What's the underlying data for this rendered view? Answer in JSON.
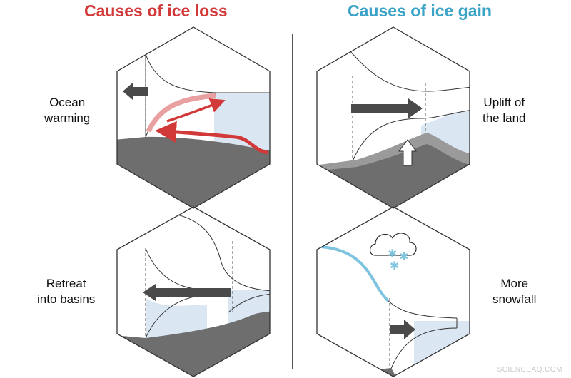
{
  "headings": {
    "loss": "Causes of ice loss",
    "gain": "Causes of ice gain"
  },
  "labels": {
    "ocean_warming": [
      "Ocean",
      "warming"
    ],
    "retreat_into_basins": [
      "Retreat",
      "into basins"
    ],
    "uplift_of_land": [
      "Uplift of",
      "the land"
    ],
    "more_snowfall": [
      "More",
      "snowfall"
    ]
  },
  "watermark": "SCIENCEAQ.COM",
  "colors": {
    "loss_red": "#d23a3a",
    "gain_teal": "#3aa3c6",
    "water": "#dbe6f3",
    "bedrock": "#6e6e6e",
    "arrow_dark": "#4a4a4a",
    "snow_blue": "#7ec3e0"
  }
}
